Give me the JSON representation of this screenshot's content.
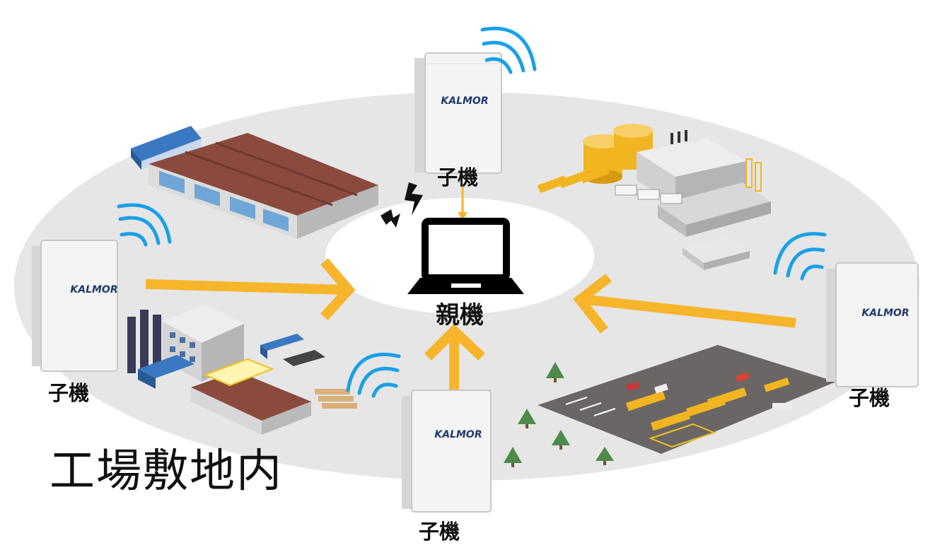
{
  "diagram": {
    "area_label": "工場敷地内",
    "parent": {
      "label": "親機",
      "icon": "laptop-icon"
    },
    "children": [
      {
        "id": "top",
        "label": "子機",
        "brand": "KALMOR"
      },
      {
        "id": "left",
        "label": "子機",
        "brand": "KALMOR"
      },
      {
        "id": "right",
        "label": "子機",
        "brand": "KALMOR"
      },
      {
        "id": "bottom",
        "label": "子機",
        "brand": "KALMOR"
      }
    ],
    "colors": {
      "ground": "#e6e6e6",
      "center": "#ffffff",
      "arrow": "#f7b52c",
      "wifi": "#1aa0e8",
      "brand_text": "#1e3a6e",
      "roof_brown": "#8b4a3e",
      "roof_blue": "#3a78c2",
      "tank_yellow": "#f0b520",
      "lot_gray": "#6a6666",
      "tree_green": "#4e8a4a"
    }
  }
}
